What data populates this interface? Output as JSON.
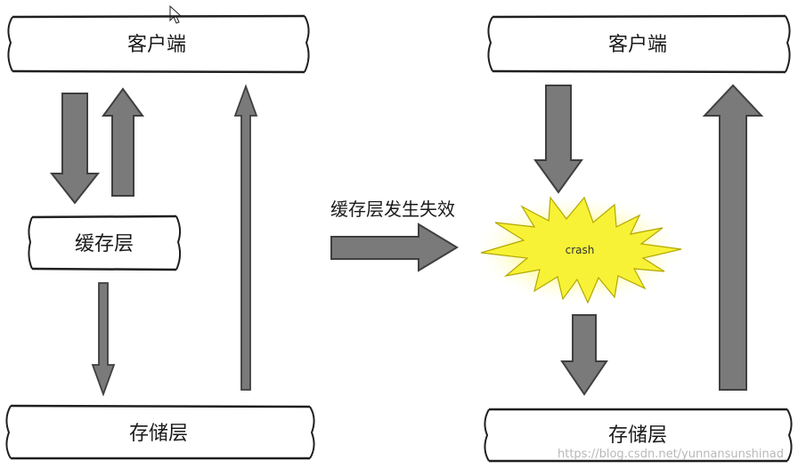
{
  "left_panel": {
    "client_label": "客户端",
    "cache_label": "缓存层",
    "storage_label": "存储层"
  },
  "transition": {
    "label": "缓存层发生失效"
  },
  "right_panel": {
    "client_label": "客户端",
    "crash_label": "crash",
    "storage_label": "存储层"
  },
  "watermark": "https://blog.csdn.net/yunnansunshinad",
  "colors": {
    "arrow_fill": "#7a7a7a",
    "arrow_stroke": "#3f3f3f",
    "box_stroke": "#1f1f1f",
    "crash_fill": "#f7f236",
    "crash_glow": "#fffbb0",
    "crash_stroke": "#b3a800"
  }
}
